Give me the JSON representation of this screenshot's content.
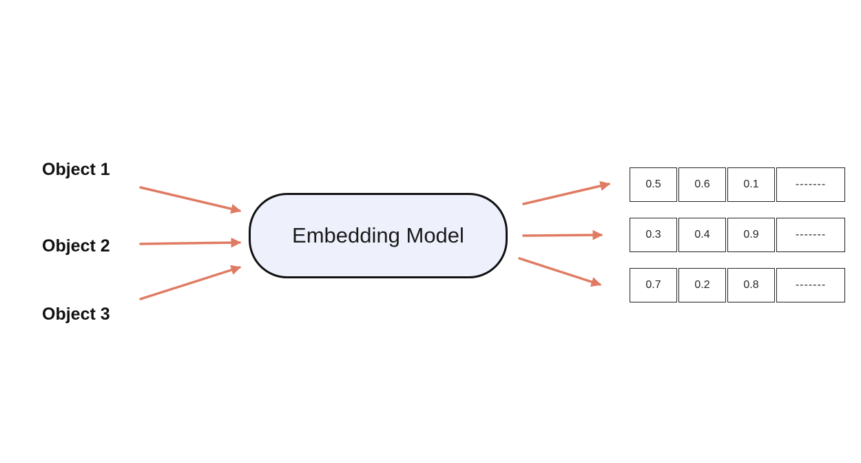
{
  "inputs": [
    {
      "label": "Object 1"
    },
    {
      "label": "Object 2"
    },
    {
      "label": "Object 3"
    }
  ],
  "model": {
    "label": "Embedding Model"
  },
  "vectors": [
    {
      "values": [
        "0.5",
        "0.6",
        "0.1"
      ],
      "ellipsis": "-------"
    },
    {
      "values": [
        "0.3",
        "0.4",
        "0.9"
      ],
      "ellipsis": "-------"
    },
    {
      "values": [
        "0.7",
        "0.2",
        "0.8"
      ],
      "ellipsis": "-------"
    }
  ],
  "colors": {
    "arrow": "#e07b63",
    "model_fill": "#eef1fc",
    "stroke": "#111111"
  }
}
